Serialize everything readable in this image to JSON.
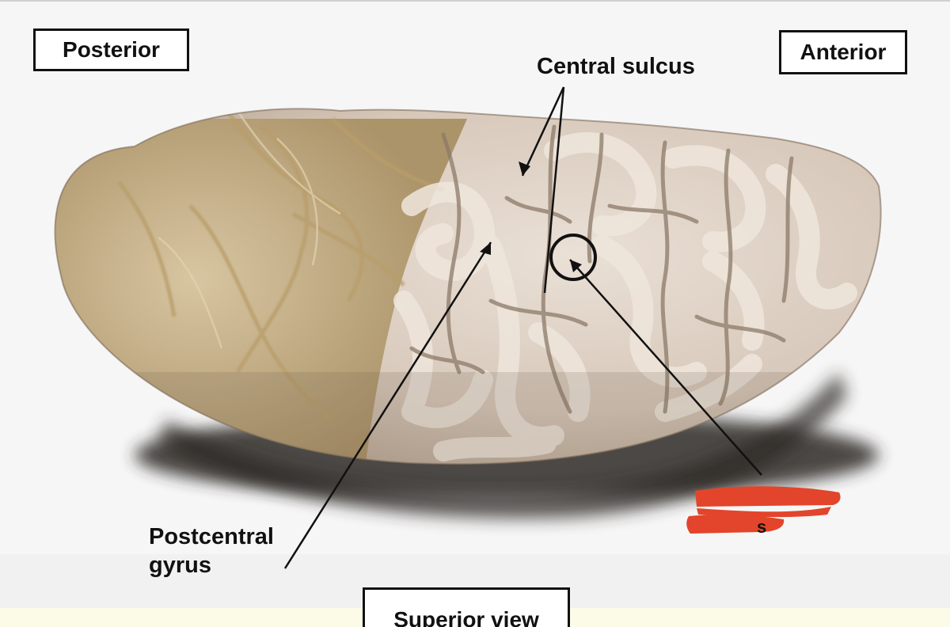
{
  "figure": {
    "orientation_labels": {
      "posterior": "Posterior",
      "anterior": "Anterior"
    },
    "annotations": {
      "central_sulcus": "Central sulcus",
      "postcentral_gyrus_line1": "Postcentral",
      "postcentral_gyrus_line2": "gyrus",
      "redacted_label_fragment": "s"
    },
    "caption": "Superior view",
    "colors": {
      "background": "#f7f7f8",
      "brain_tissue": "#d9cbbd",
      "meninges": "#c9b48f",
      "shadow": "#3b3632",
      "redaction_mark": "#e2452b",
      "label_border": "#111111"
    },
    "icons": {
      "target_marker": "circle-marker-icon"
    }
  }
}
